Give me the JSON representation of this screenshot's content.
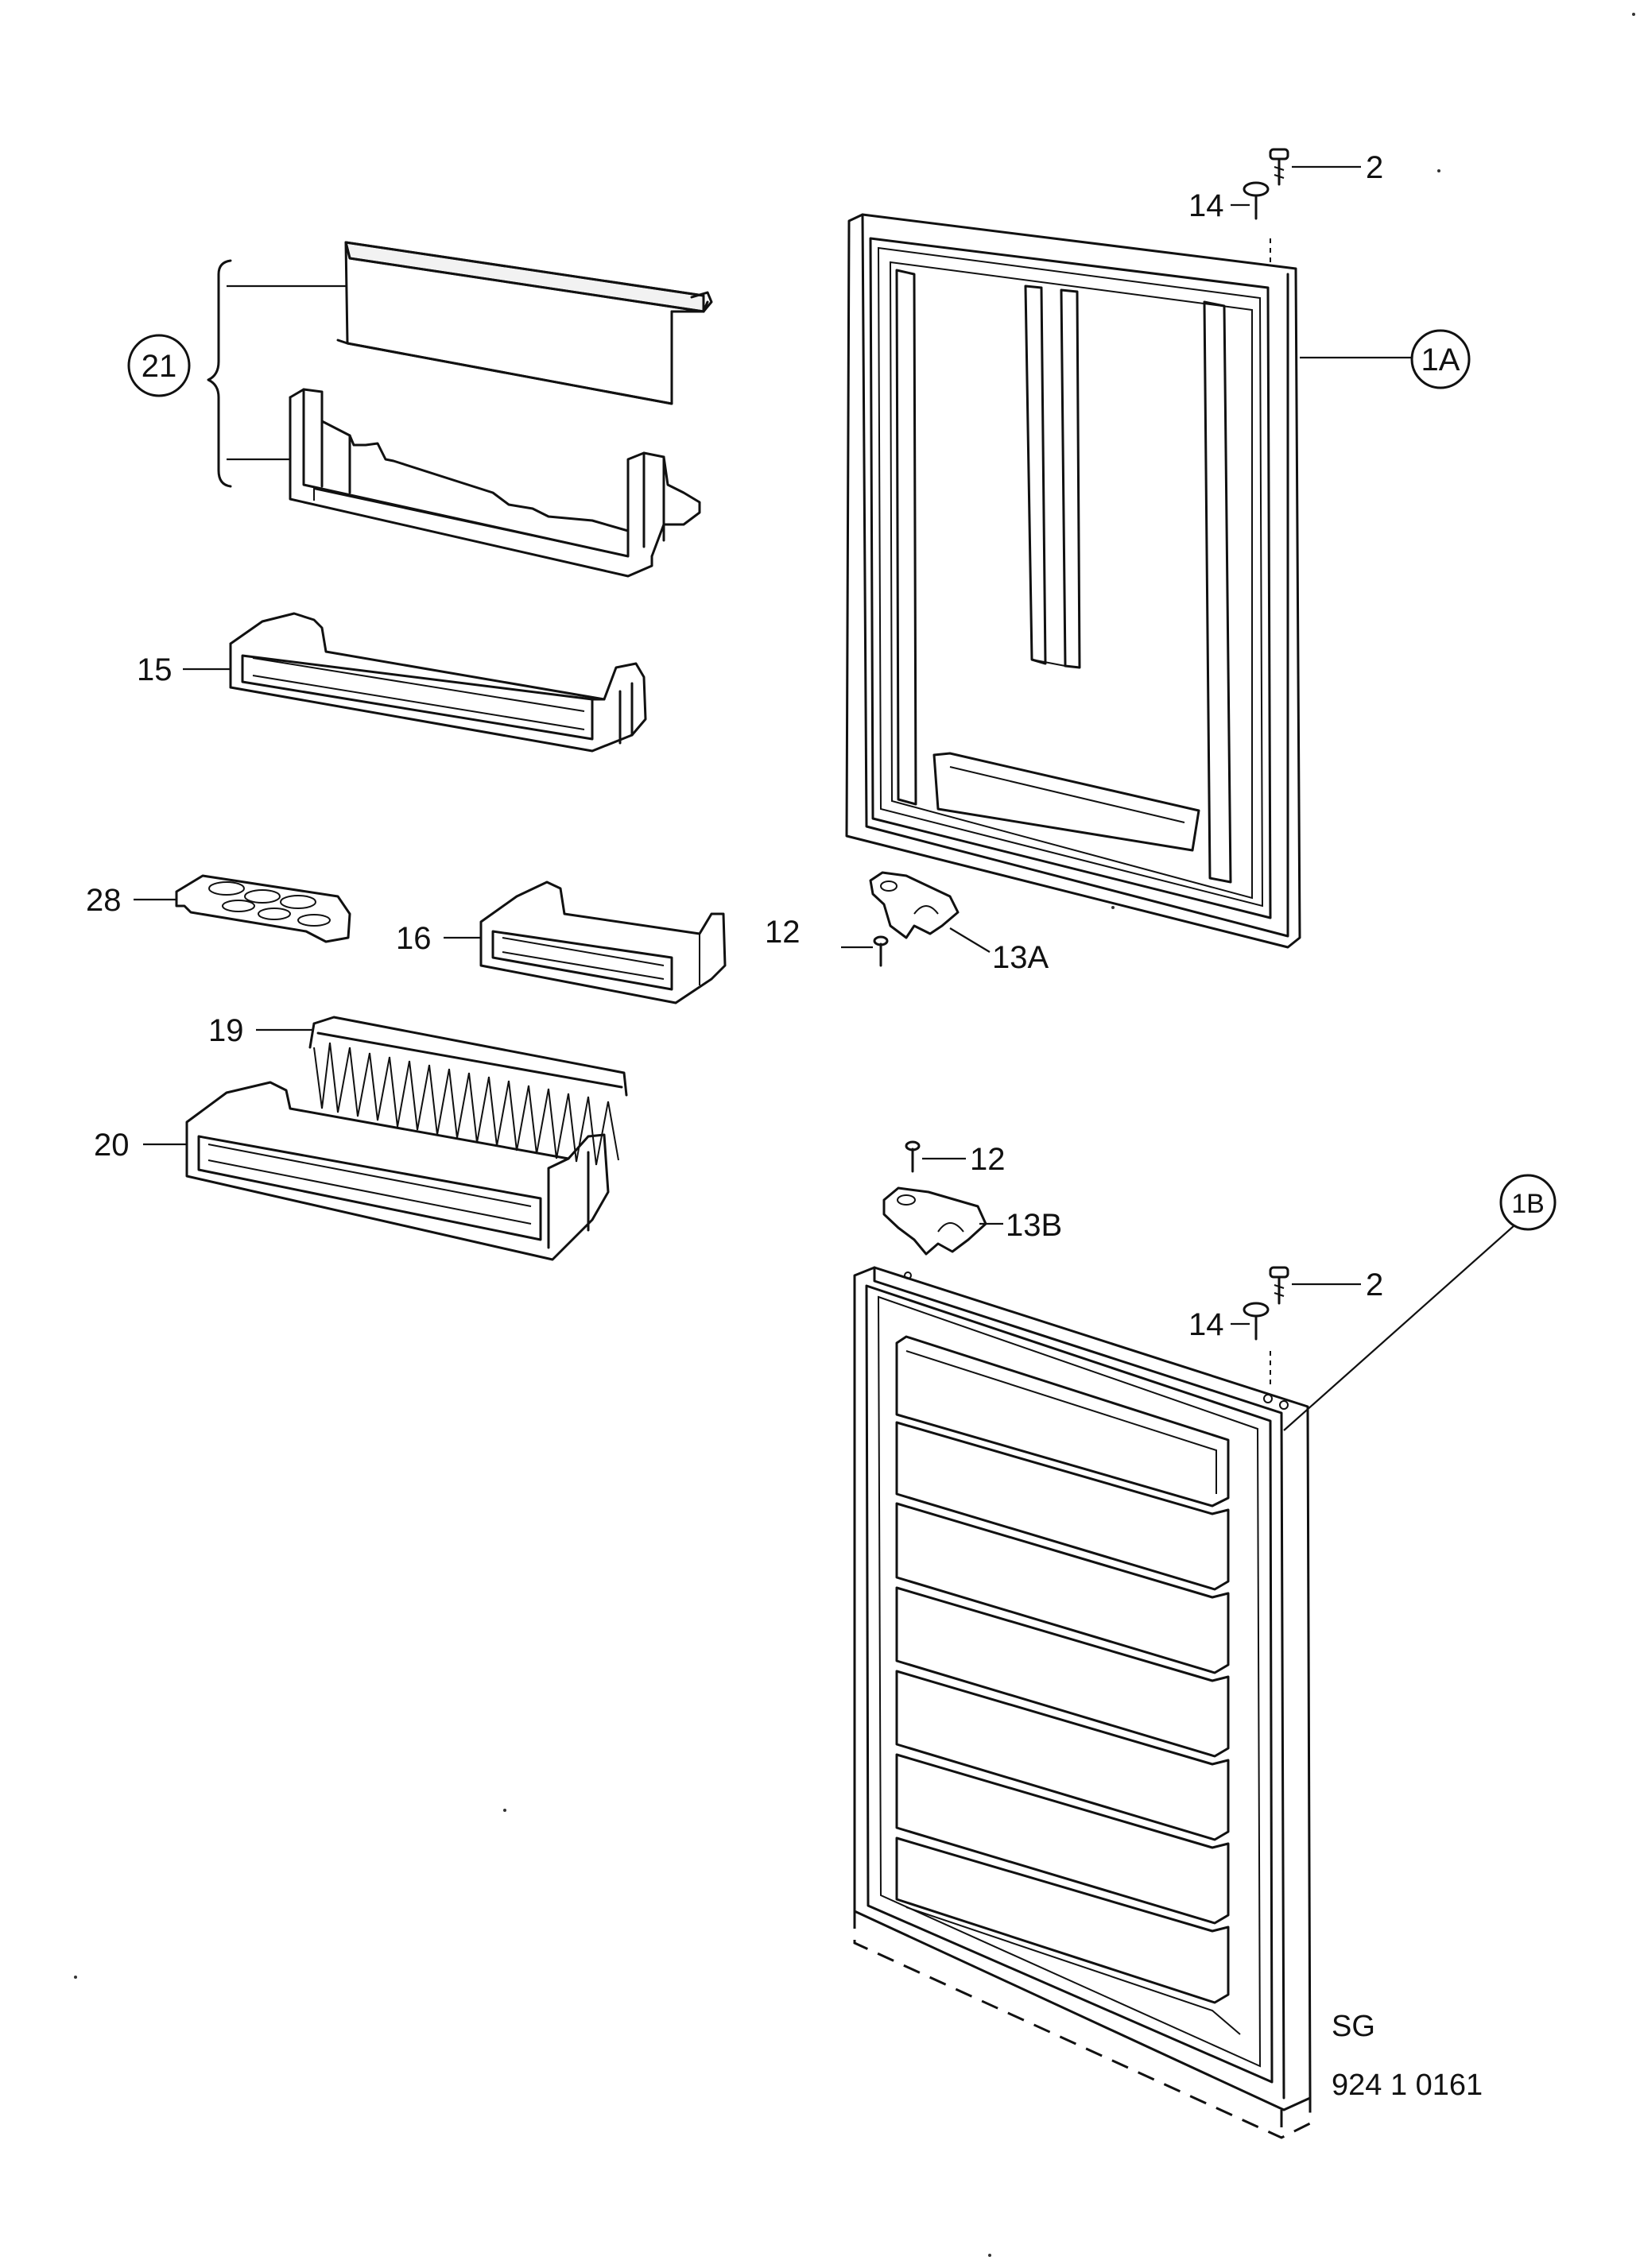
{
  "diagram": {
    "callouts": {
      "p2_top": "2",
      "p14_top": "14",
      "p1A": "1A",
      "p21": "21",
      "p15": "15",
      "p28": "28",
      "p16": "16",
      "p12_top": "12",
      "p13A": "13A",
      "p19": "19",
      "p20": "20",
      "p12_bottom": "12",
      "p13B": "13B",
      "p1B": "1B",
      "p2_bottom": "2",
      "p14_bottom": "14"
    },
    "footer": {
      "code": "SG",
      "number": "924 1 0161"
    }
  }
}
